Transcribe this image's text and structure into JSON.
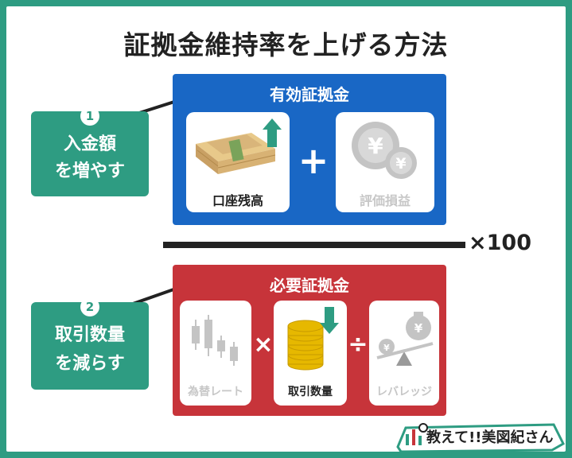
{
  "title": "証拠金維持率を上げる方法",
  "top_panel": {
    "title": "有効証拠金",
    "left_card_label": "口座残高",
    "operator": "+",
    "right_card_label": "評価損益"
  },
  "divider": {
    "multiplier": "×100"
  },
  "bottom_panel": {
    "title": "必要証拠金",
    "cards": [
      {
        "label": "為替レート"
      },
      {
        "label": "取引数量"
      },
      {
        "label": "レバレッジ"
      }
    ],
    "operator_times": "×",
    "operator_divide": "÷"
  },
  "callouts": [
    {
      "number": "1",
      "line1": "入金額",
      "line2": "を増やす"
    },
    {
      "number": "2",
      "line1": "取引数量",
      "line2": "を減らす"
    }
  ],
  "logo": {
    "text": "教えて!!美図紀さん"
  },
  "colors": {
    "green": "#2e9c82",
    "blue": "#1967c5",
    "red": "#c7343a"
  }
}
